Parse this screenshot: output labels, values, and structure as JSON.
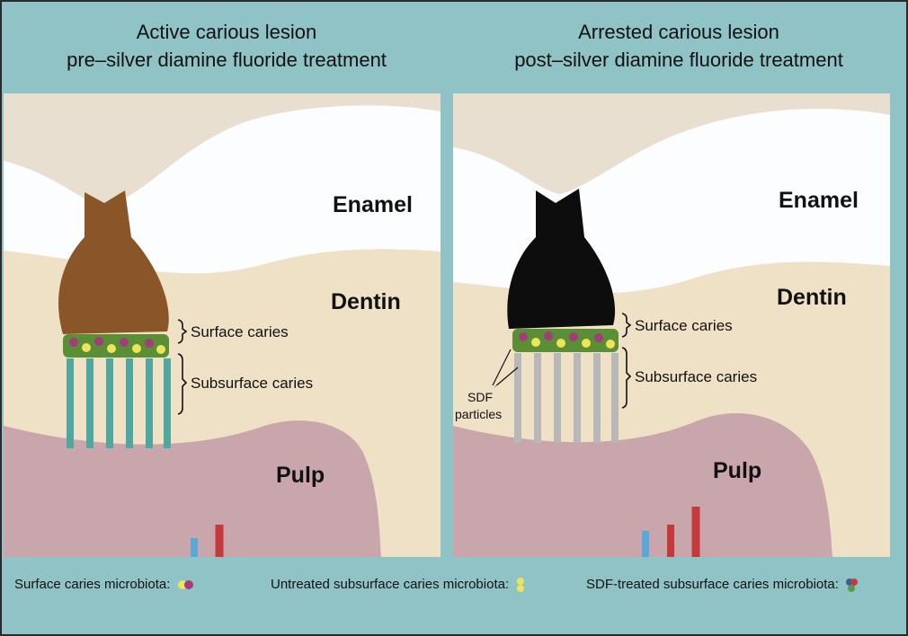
{
  "left_panel": {
    "title_line1": "Active carious lesion",
    "title_line2": "pre–silver diamine fluoride treatment",
    "enamel": "Enamel",
    "dentin": "Dentin",
    "pulp": "Pulp",
    "surface_caries": "Surface caries",
    "subsurface_caries": "Subsurface caries",
    "lesion_color": "#8a5527"
  },
  "right_panel": {
    "title_line1": "Arrested carious lesion",
    "title_line2": "post–silver diamine fluoride treatment",
    "enamel": "Enamel",
    "dentin": "Dentin",
    "pulp": "Pulp",
    "surface_caries": "Surface caries",
    "subsurface_caries": "Subsurface caries",
    "sdf_line1": "SDF",
    "sdf_line2": "particles",
    "lesion_color": "#0d0d0d"
  },
  "legend": {
    "surface": "Surface caries microbiota:",
    "untreated": "Untreated subsurface caries microbiota:",
    "treated": "SDF-treated subsurface caries microbiota:"
  },
  "colors": {
    "background": "#8fc3c6",
    "enamel": "#fbfdff",
    "dentin": "#efe1c6",
    "pulp": "#c9a6ac",
    "microbe_magenta": "#a33c7c",
    "microbe_yellow": "#efe35a",
    "microbe_green": "#4f9d44",
    "microbe_blue": "#3a5aa8",
    "microbe_red": "#c43a3a"
  }
}
